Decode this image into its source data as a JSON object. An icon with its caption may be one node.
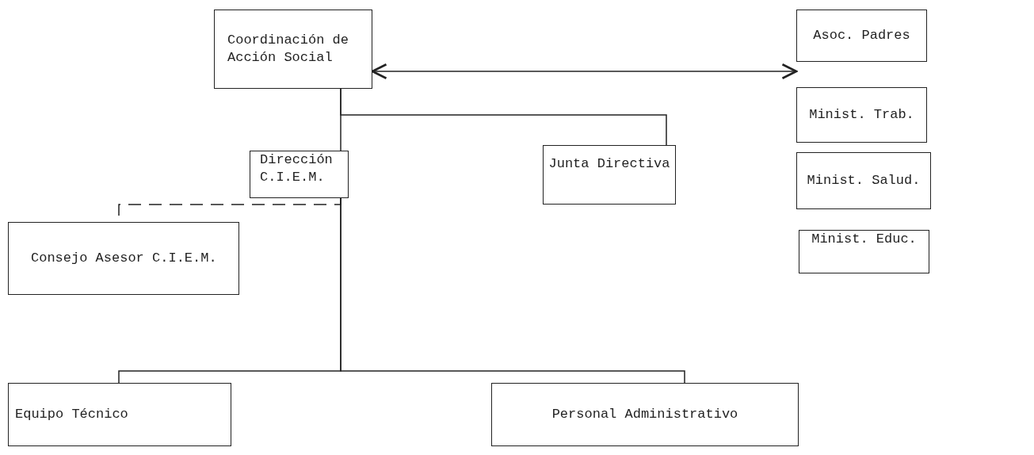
{
  "diagram": {
    "nodes": [
      {
        "text": [
          "Coordinación de Acción Social"
        ]
      },
      {
        "text": [
          "Asoc. Padres"
        ]
      },
      {
        "text": [
          "Minist. Trab."
        ]
      },
      {
        "text": [
          "Dirección C.I.E.M."
        ]
      },
      {
        "text": [
          "Junta Directiva"
        ]
      },
      {
        "text": [
          "Minist. Salud."
        ]
      },
      {
        "text": [
          "Minist. Educ."
        ]
      },
      {
        "text": [
          "Consejo Asesor C.I.E.M."
        ]
      },
      {
        "text": [
          "Equipo Técnico"
        ]
      },
      {
        "text": [
          "Personal Administrativo"
        ]
      }
    ],
    "edges": [
      {
        "from": 0,
        "to": 1,
        "arrow": "both"
      },
      {
        "from": 0,
        "to": 3,
        "arrow": "none"
      },
      {
        "from": 0,
        "to": 4,
        "arrow": "none"
      },
      {
        "from": 3,
        "to": 7,
        "arrow": "none",
        "style": "dashed"
      },
      {
        "from": 3,
        "to": 8,
        "arrow": "none"
      },
      {
        "from": 3,
        "to": 9,
        "arrow": "none"
      }
    ]
  }
}
